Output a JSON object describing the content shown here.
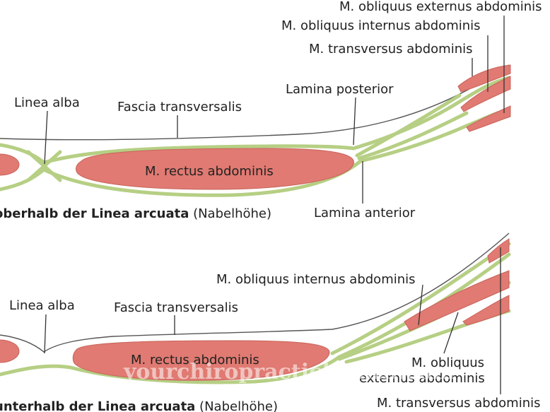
{
  "top": {
    "label_obliquus_externus": "M. obliquus externus abdominis",
    "label_obliquus_internus": "M. obliquus internus abdominis",
    "label_transversus": "M. transversus abdominis",
    "label_lamina_posterior": "Lamina posterior",
    "label_linea_alba": "Linea alba",
    "label_fascia": "Fascia transversalis",
    "label_rectus": "M. rectus abdominis",
    "label_lamina_anterior": "Lamina anterior",
    "caption_bold": "oberhalb der Linea arcuata",
    "caption_rest": " (Nabelhöhe)"
  },
  "bottom": {
    "label_obliquus_internus": "M. obliquus internus abdominis",
    "label_linea_alba": "Linea alba",
    "label_fascia": "Fascia transversalis",
    "label_rectus": "M. rectus abdominis",
    "label_obliquus_externus_1": "M. obliquus",
    "label_obliquus_externus_2": "externus abdominis",
    "label_transversus": "M. transversus abdominis",
    "caption_bold": "unterhalb der Linea arcuata",
    "caption_rest": " (Nabelhöhe)"
  },
  "watermark": "yourchiropractichealth.com",
  "colors": {
    "muscle": "#e07a72",
    "fascia": "#b6cf84",
    "line": "#333333"
  }
}
